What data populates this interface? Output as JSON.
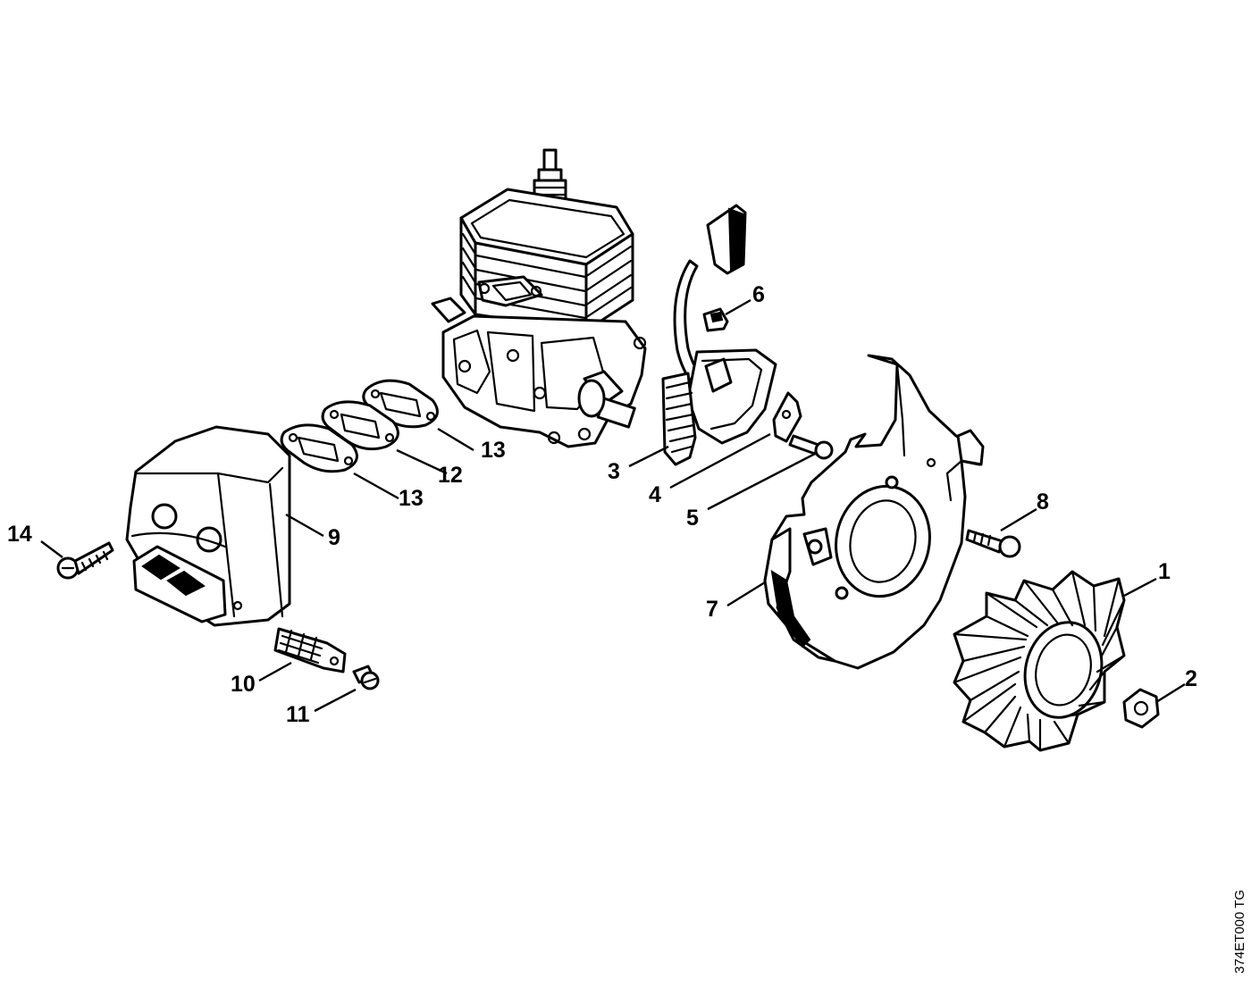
{
  "drawing_code": "374ET000 TG",
  "callouts": {
    "c1": "1",
    "c2": "2",
    "c3": "3",
    "c4": "4",
    "c5": "5",
    "c6": "6",
    "c7": "7",
    "c8": "8",
    "c9": "9",
    "c10": "10",
    "c11": "11",
    "c12": "12",
    "c13a": "13",
    "c13b": "13",
    "c14": "14"
  },
  "colors": {
    "line": "#000000",
    "background": "#ffffff"
  }
}
